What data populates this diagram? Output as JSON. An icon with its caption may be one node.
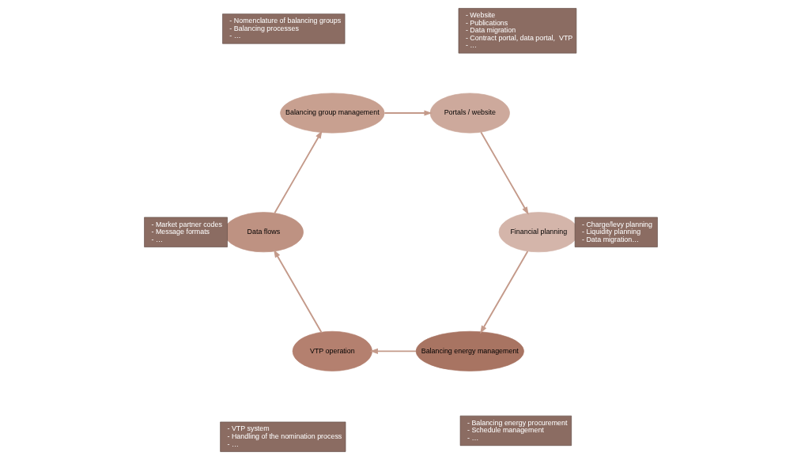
{
  "diagram": {
    "nodes": [
      {
        "text": [
          "Balancing energy management"
        ]
      },
      {
        "text": [
          "VTP operation"
        ]
      },
      {
        "text": [
          "Data flows"
        ]
      },
      {
        "text": [
          "Balancing group management"
        ]
      },
      {
        "text": [
          "Portals / website"
        ]
      },
      {
        "text": [
          "Financial planning"
        ]
      },
      {
        "text": [
          "- Balancing energy procurement",
          "- Schedule management",
          "- …"
        ]
      },
      {
        "text": [
          "- VTP system",
          "- Handling of the nomination process",
          "- …"
        ]
      },
      {
        "text": [
          "- Market partner codes",
          "- Message formats",
          "- …"
        ]
      },
      {
        "text": [
          "- Nomenclature of balancing groups",
          "- Balancing processes",
          "- …"
        ]
      },
      {
        "text": [
          "- Website",
          "- Publications",
          "- Data migration",
          "- Contract portal, data portal,  VTP",
          "- …"
        ]
      },
      {
        "text": [
          "- Charge/levy planning",
          "- Liquidity planning",
          "- Data migration…"
        ]
      }
    ],
    "edges": [
      {
        "from": 5,
        "to": 0,
        "arrow": "to"
      },
      {
        "from": 0,
        "to": 1,
        "arrow": "to"
      },
      {
        "from": 1,
        "to": 2,
        "arrow": "to"
      },
      {
        "from": 2,
        "to": 3,
        "arrow": "to"
      },
      {
        "from": 3,
        "to": 4,
        "arrow": "to"
      },
      {
        "from": 4,
        "to": 5,
        "arrow": "to"
      }
    ]
  }
}
